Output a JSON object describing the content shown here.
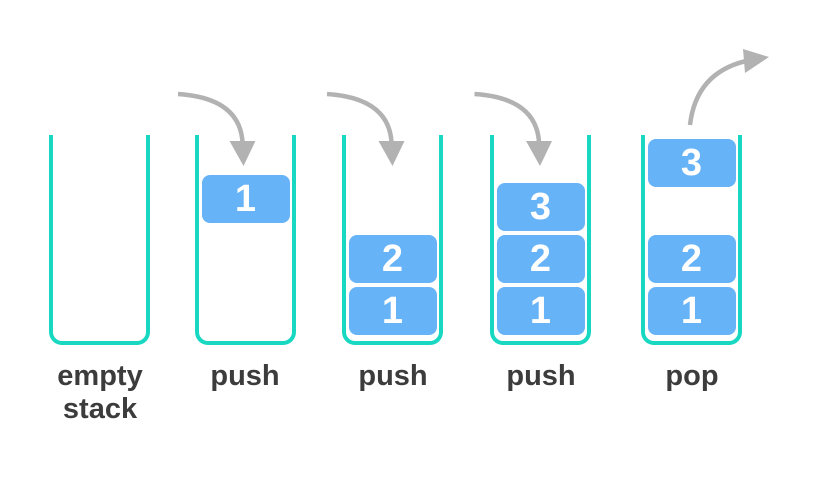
{
  "diagram": {
    "name": "stack-push-pop-operations",
    "colors": {
      "background": "#ffffff",
      "container_stroke": "#18d8c2",
      "item_fill": "#66b3f7",
      "item_text": "#ffffff",
      "arrow": "#b2b2b2",
      "label_text": "#3c3c3c"
    },
    "frames": [
      {
        "label": "empty\nstack",
        "arrow": "none",
        "items": []
      },
      {
        "label": "push",
        "arrow": "curved-arrow-into-stack",
        "items": [
          {
            "value": "1",
            "state": "incoming-top"
          }
        ]
      },
      {
        "label": "push",
        "arrow": "curved-arrow-into-stack",
        "items": [
          {
            "value": "2",
            "state": "stacked"
          },
          {
            "value": "1",
            "state": "stacked"
          }
        ]
      },
      {
        "label": "push",
        "arrow": "curved-arrow-into-stack",
        "items": [
          {
            "value": "3",
            "state": "stacked"
          },
          {
            "value": "2",
            "state": "stacked"
          },
          {
            "value": "1",
            "state": "stacked"
          }
        ]
      },
      {
        "label": "pop",
        "arrow": "curved-arrow-out-of-stack",
        "items": [
          {
            "value": "3",
            "state": "outgoing-top"
          },
          {
            "value": "2",
            "state": "stacked"
          },
          {
            "value": "1",
            "state": "stacked"
          }
        ]
      }
    ]
  }
}
